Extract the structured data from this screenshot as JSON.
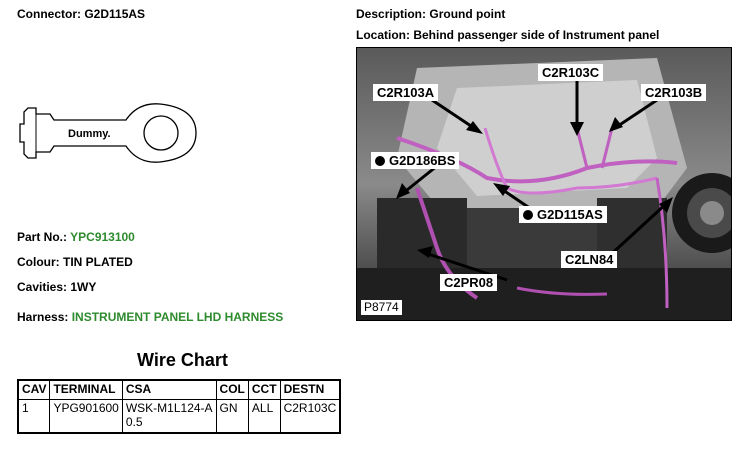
{
  "connector": {
    "label": "Connector:",
    "value": "G2D115AS"
  },
  "drawing": {
    "text": "Dummy."
  },
  "part": {
    "label": "Part No.:",
    "value": "YPC913100"
  },
  "colour": {
    "label": "Colour:",
    "value": "TIN PLATED"
  },
  "cavities": {
    "label": "Cavities:",
    "value": "1WY"
  },
  "harness": {
    "label": "Harness:",
    "value": "INSTRUMENT PANEL LHD HARNESS"
  },
  "description": {
    "label": "Description:",
    "value": "Ground point"
  },
  "location": {
    "label": "Location:",
    "value": "Behind passenger side of Instrument panel"
  },
  "photo": {
    "labels": {
      "c2r103a": "C2R103A",
      "c2r103c": "C2R103C",
      "c2r103b": "C2R103B",
      "g2d186bs": "G2D186BS",
      "g2d115as": "G2D115AS",
      "c2ln84": "C2LN84",
      "c2pr08": "C2PR08",
      "ref": "P8774"
    }
  },
  "wire_chart": {
    "title": "Wire Chart",
    "headers": [
      "CAV",
      "TERMINAL",
      "CSA",
      "COL",
      "CCT",
      "DESTN"
    ],
    "rows": [
      {
        "cav": "1",
        "terminal": "YPG901600",
        "csa_line1": "WSK-M1L124-A",
        "csa_line2": "0.5",
        "col": "GN",
        "cct": "ALL",
        "destn": "C2R103C"
      }
    ]
  }
}
